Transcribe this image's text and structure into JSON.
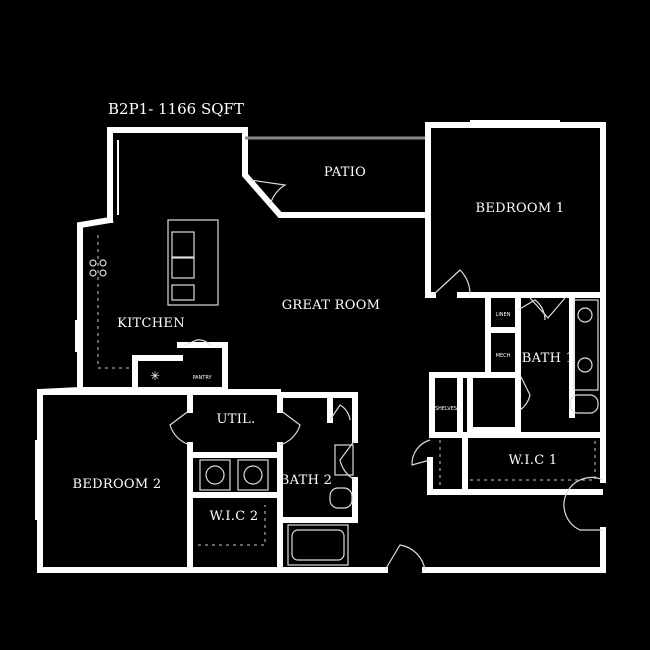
{
  "title": "B2P1- 1166 SQFT",
  "rooms": {
    "patio": "PATIO",
    "bedroom1": "BEDROOM 1",
    "great_room": "GREAT ROOM",
    "kitchen": "KITCHEN",
    "pantry": "PANTRY",
    "linen": "LINEN",
    "mech": "MECH",
    "bath1": "BATH 1",
    "shelves": "SHELVES",
    "wic1": "W.I.C 1",
    "util": "UTIL.",
    "bedroom2": "BEDROOM 2",
    "bath2": "BATH 2",
    "wic2": "W.I.C 2"
  },
  "colors": {
    "background": "#000000",
    "walls": "#ffffff",
    "patio_rail": "#888888"
  }
}
